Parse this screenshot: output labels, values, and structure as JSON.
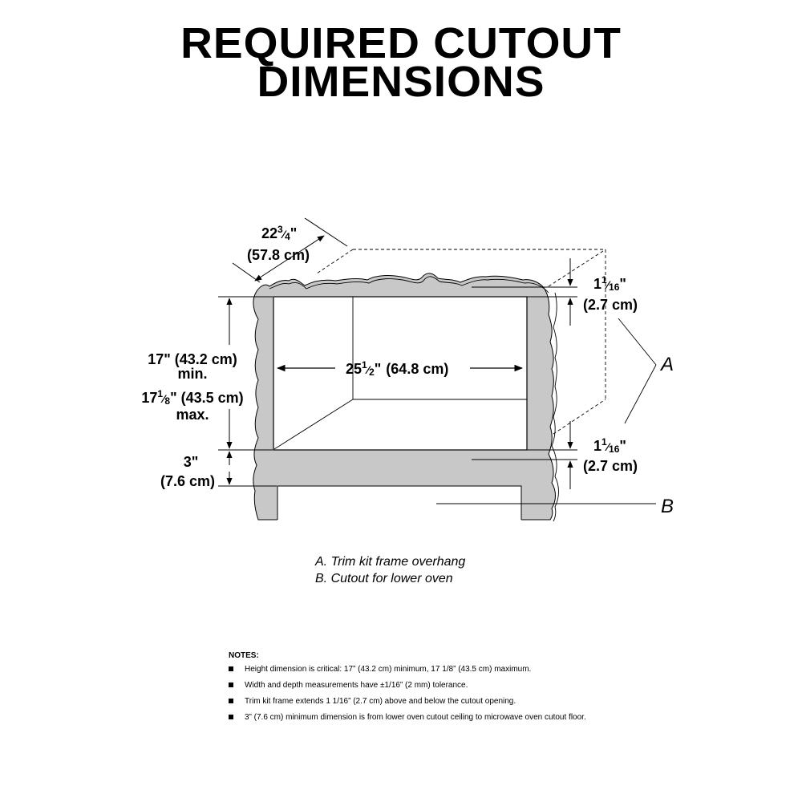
{
  "title": {
    "line1": "REQUIRED CUTOUT",
    "line2": "DIMENSIONS"
  },
  "dimensions": {
    "depth": {
      "whole": "22",
      "num": "3",
      "den": "4",
      "unit": "\"",
      "metric": "(57.8 cm)"
    },
    "width": {
      "whole": "25",
      "num": "1",
      "den": "2",
      "unit": "\"",
      "metric": "(64.8 cm)"
    },
    "height_min": {
      "text": "17\" (43.2 cm)",
      "qualifier": "min."
    },
    "height_max": {
      "whole": "17",
      "num": "1",
      "den": "8",
      "unit": "\"",
      "metric": "(43.5 cm)",
      "qualifier": "max."
    },
    "gap": {
      "text": "3\"",
      "metric": "(7.6 cm)"
    },
    "trim_top": {
      "whole": "1",
      "num": "1",
      "den": "16",
      "unit": "\"",
      "metric": "(2.7 cm)"
    },
    "trim_bottom": {
      "whole": "1",
      "num": "1",
      "den": "16",
      "unit": "\"",
      "metric": "(2.7 cm)"
    }
  },
  "callouts": {
    "a": "A",
    "b": "B"
  },
  "legend": [
    {
      "letter": "A.",
      "text": "Trim kit frame overhang"
    },
    {
      "letter": "B.",
      "text": "Cutout for lower oven"
    }
  ],
  "notes": {
    "title": "NOTES:",
    "items": [
      "Height dimension is critical: 17” (43.2 cm) minimum, 17 1/8” (43.5 cm) maximum.",
      "Width and depth measurements have ±1/16” (2 mm) tolerance.",
      "Trim kit frame extends 1 1/16” (2.7 cm) above and below the cutout opening.",
      "3” (7.6 cm) minimum dimension is from lower oven cutout ceiling to microwave oven cutout floor."
    ]
  },
  "colors": {
    "cabinet": "#c8c8c8",
    "line": "#000000"
  }
}
